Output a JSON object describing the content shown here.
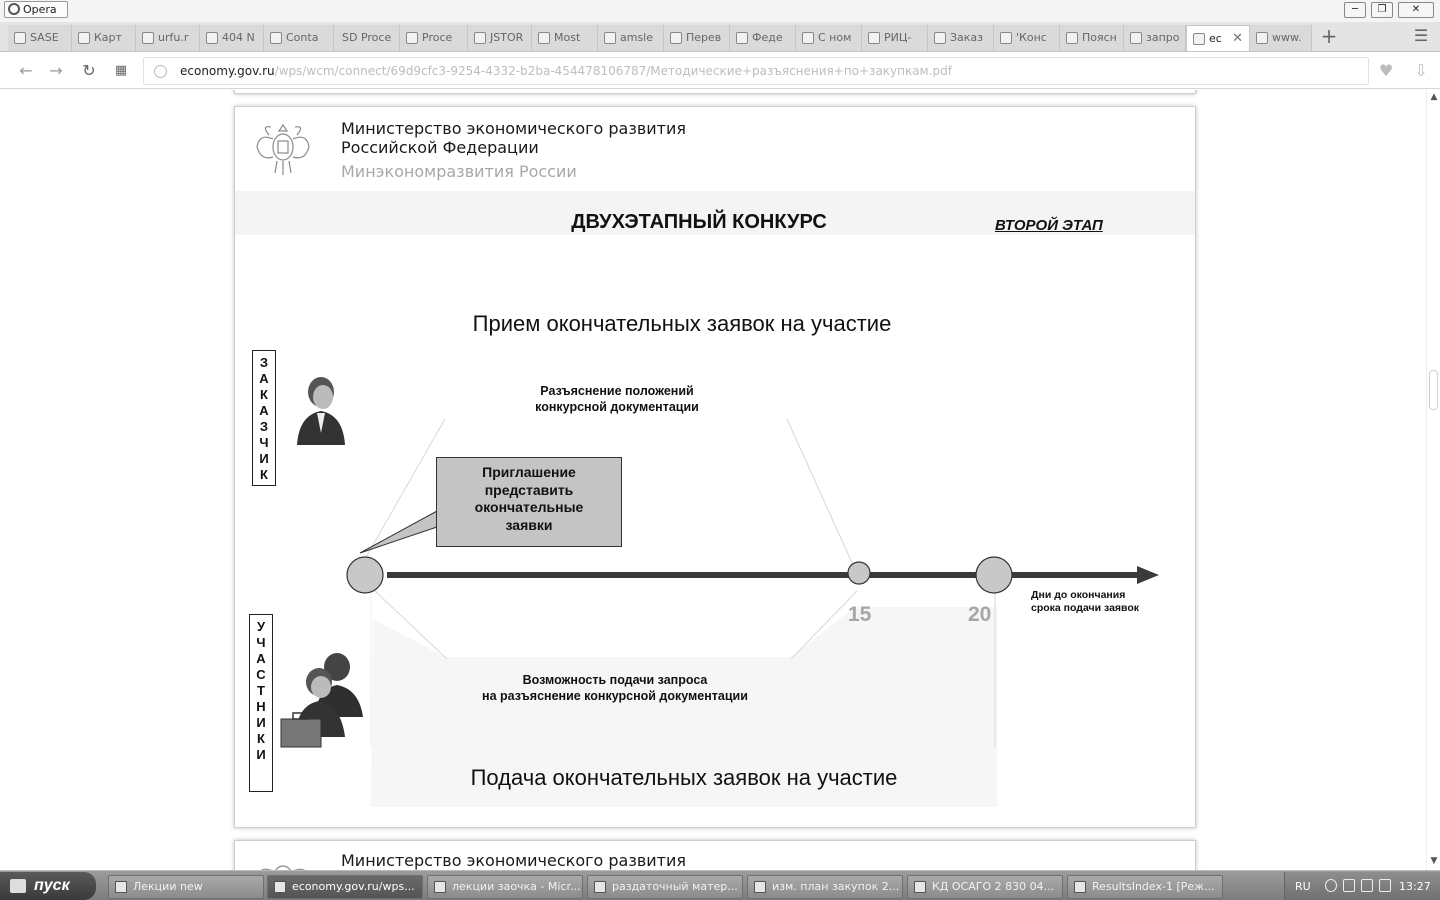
{
  "window": {
    "app_button": "Opera",
    "min_icon": "minimize-icon",
    "max_icon": "maximize-icon",
    "close_icon": "close-icon"
  },
  "tabs": [
    {
      "label": "SASE"
    },
    {
      "label": "Карт"
    },
    {
      "label": "urfu.r"
    },
    {
      "label": "404 N"
    },
    {
      "label": "Conta"
    },
    {
      "label": "SD Proce"
    },
    {
      "label": "Proce"
    },
    {
      "label": "JSTOR"
    },
    {
      "label": "Most"
    },
    {
      "label": "amsle"
    },
    {
      "label": "Перев"
    },
    {
      "label": "Феде"
    },
    {
      "label": "С ном"
    },
    {
      "label": "РИЦ-"
    },
    {
      "label": "Заказ"
    },
    {
      "label": "'Конс"
    },
    {
      "label": "Поясн"
    },
    {
      "label": "запро"
    },
    {
      "label": "ec"
    },
    {
      "label": "www."
    }
  ],
  "address": {
    "site": "economy.gov.ru",
    "path": "/wps/wcm/connect/69d9cfc3-9254-4332-b2ba-454478106787/Методические+разъяснения+по+закупкам.pdf"
  },
  "slide": {
    "ministry_line1": "Министерство экономического развития",
    "ministry_line2": "Российской Федерации",
    "ministry_line3": "Минэкономразвития России",
    "title": "ДВУХЭТАПНЫЙ КОНКУРС",
    "stage": "ВТОРОЙ ЭТАП",
    "top_heading": "Прием окончательных заявок на участие",
    "bottom_heading": "Подача окончательных заявок на участие",
    "customer_letters": [
      "З",
      "А",
      "К",
      "А",
      "З",
      "Ч",
      "И",
      "К"
    ],
    "participants_letters": [
      "У",
      "Ч",
      "А",
      "С",
      "Т",
      "Н",
      "И",
      "К",
      "И"
    ],
    "clarification_line1": "Разъяснение положений",
    "clarification_line2": "конкурсной документации",
    "callout_line1": "Приглашение",
    "callout_line2": "представить",
    "callout_line3": "окончательные",
    "callout_line4": "заявки",
    "request_line1": "Возможность подачи запроса",
    "request_line2": "на разъяснение конкурсной документации",
    "days_line1": "Дни до окончания",
    "days_line2": "срока подачи заявок",
    "tick_15": "15",
    "tick_20": "20"
  },
  "next_page": {
    "ministry_line1": "Министерство экономического развития"
  },
  "taskbar": {
    "start": "пуск",
    "items": [
      {
        "label": "Лекции new"
      },
      {
        "label": "economy.gov.ru/wps..."
      },
      {
        "label": "лекции заочка - Micr..."
      },
      {
        "label": "раздаточный матер..."
      },
      {
        "label": "изм. план закупок 2..."
      },
      {
        "label": "КД ОСАГО 2 830 04..."
      },
      {
        "label": "ResultsIndex-1 [Реж..."
      }
    ],
    "lang": "RU",
    "clock": "13:27"
  }
}
